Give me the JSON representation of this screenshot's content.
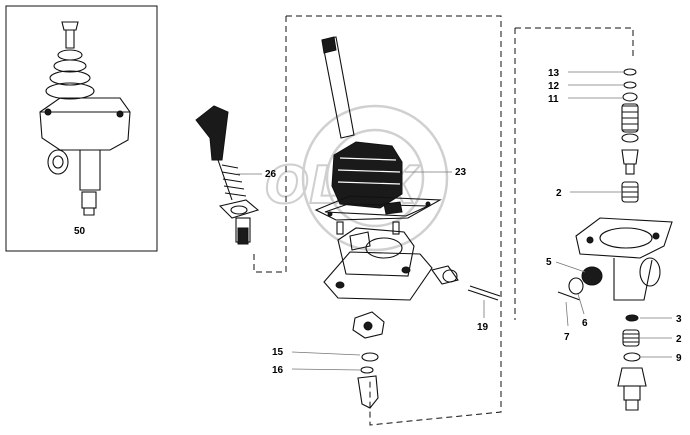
{
  "watermark": {
    "text": "OLEX"
  },
  "callouts": {
    "c50": "50",
    "c26": "26",
    "c23": "23",
    "c19": "19",
    "c15": "15",
    "c16": "16",
    "c13": "13",
    "c12": "12",
    "c11": "11",
    "c2a": "2",
    "c5": "5",
    "c6": "6",
    "c7": "7",
    "c3": "3",
    "c2b": "2",
    "c9": "9"
  }
}
